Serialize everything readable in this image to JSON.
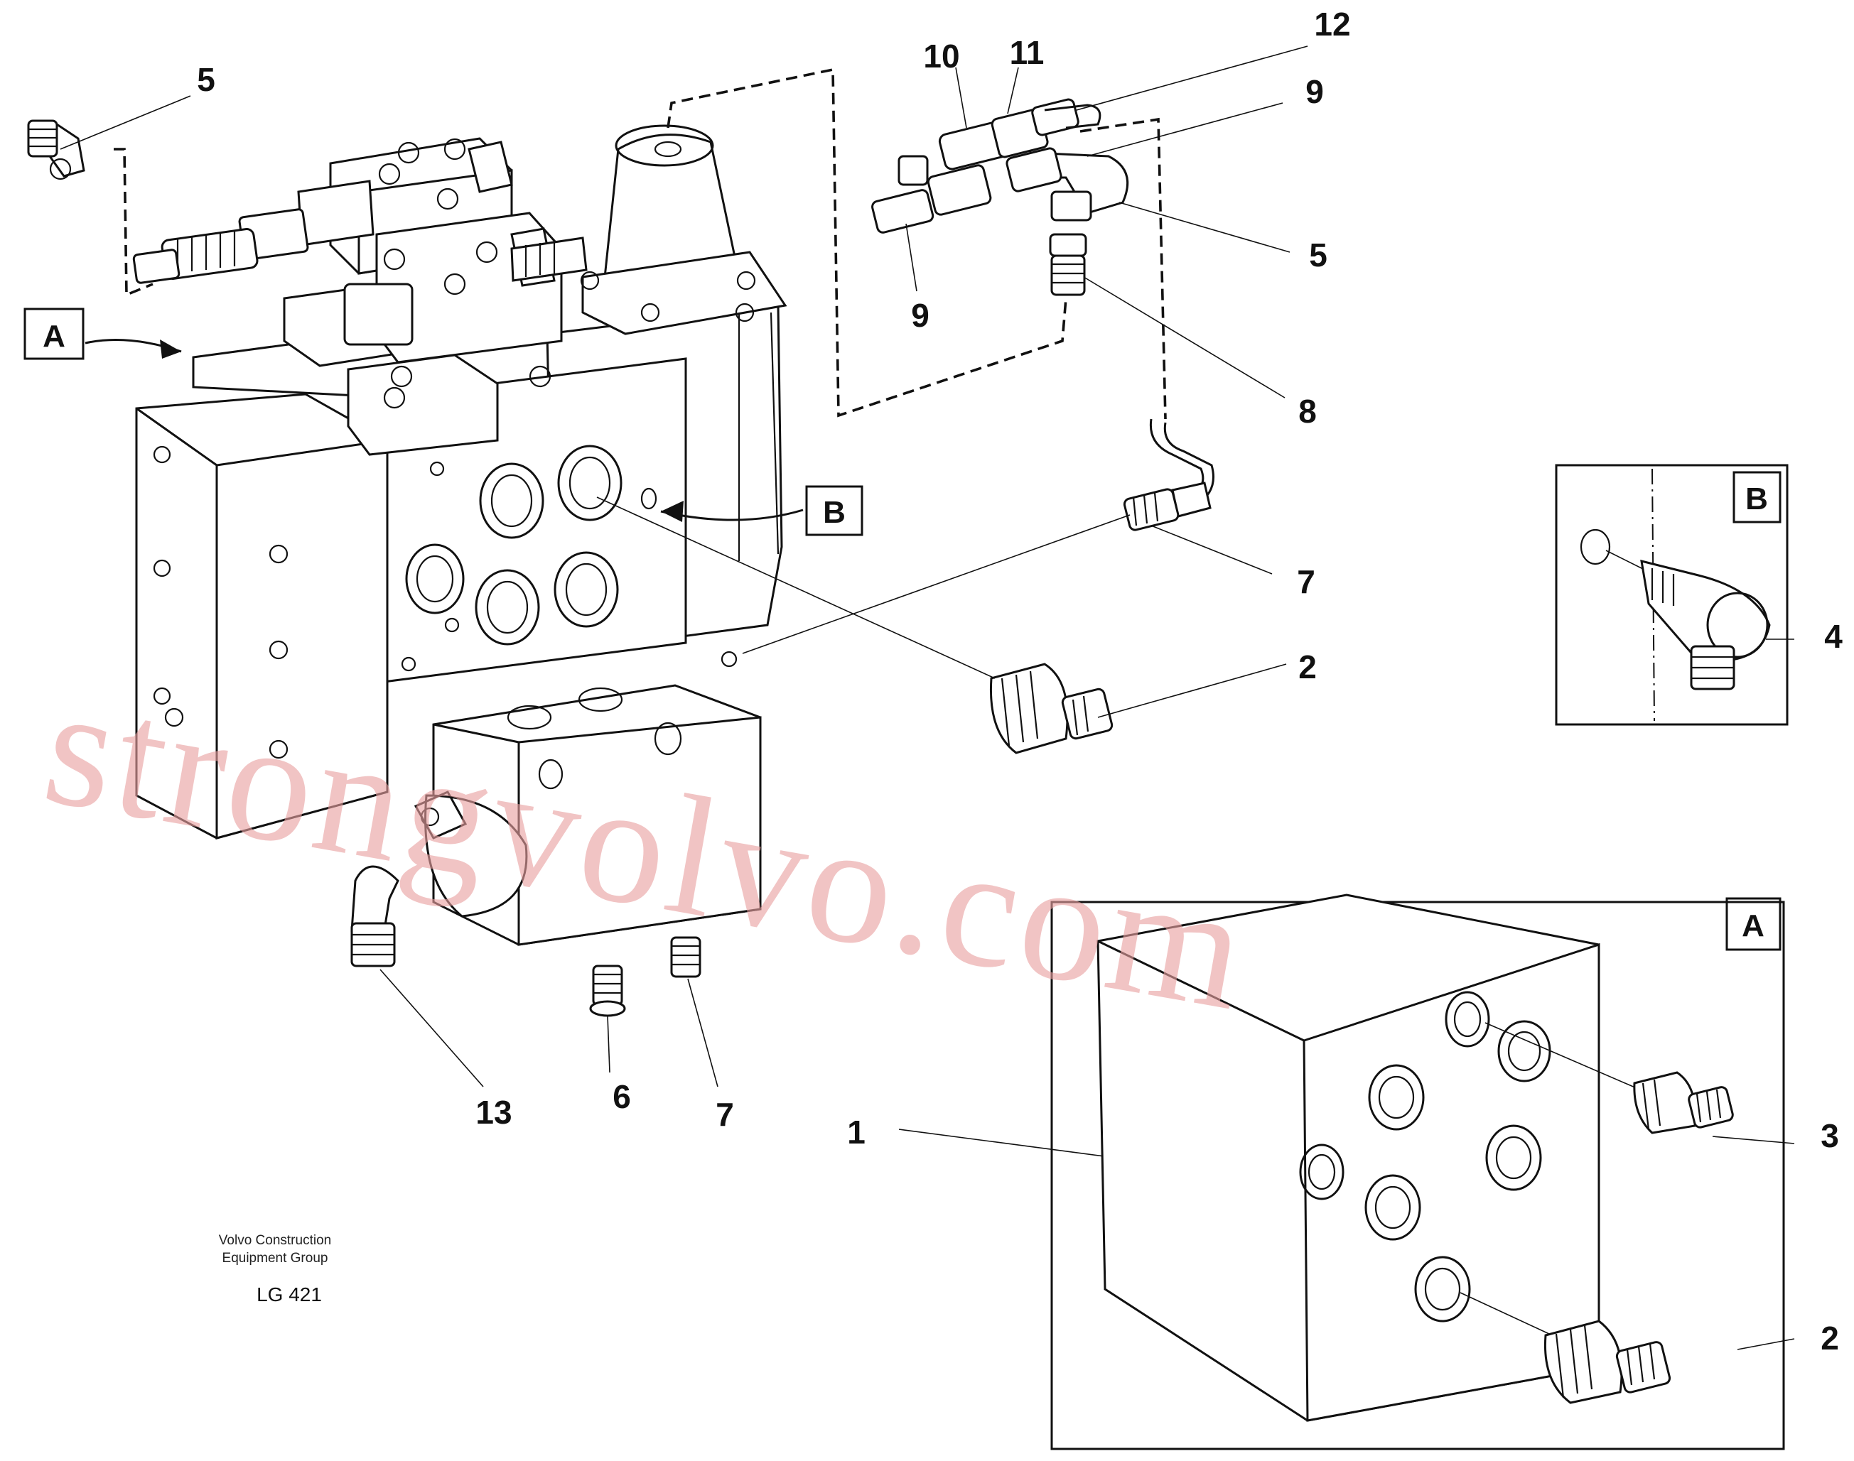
{
  "callouts": {
    "c1": "1",
    "c2a": "2",
    "c2b": "2",
    "c3": "3",
    "c4": "4",
    "c5a": "5",
    "c5b": "5",
    "c6": "6",
    "c7a": "7",
    "c7b": "7",
    "c8": "8",
    "c9a": "9",
    "c9b": "9",
    "c10": "10",
    "c11": "11",
    "c12": "12",
    "c13": "13"
  },
  "view_labels": {
    "a_tag": "A",
    "b_tag": "B",
    "a_box": "A",
    "b_box": "B"
  },
  "footer": {
    "line1": "Volvo Construction",
    "line2": "Equipment Group",
    "code": "LG 421"
  },
  "watermark": "strongvolvo.com",
  "colors": {
    "ink": "#111111",
    "watermark": "#e8a0a0",
    "paper": "#ffffff"
  }
}
